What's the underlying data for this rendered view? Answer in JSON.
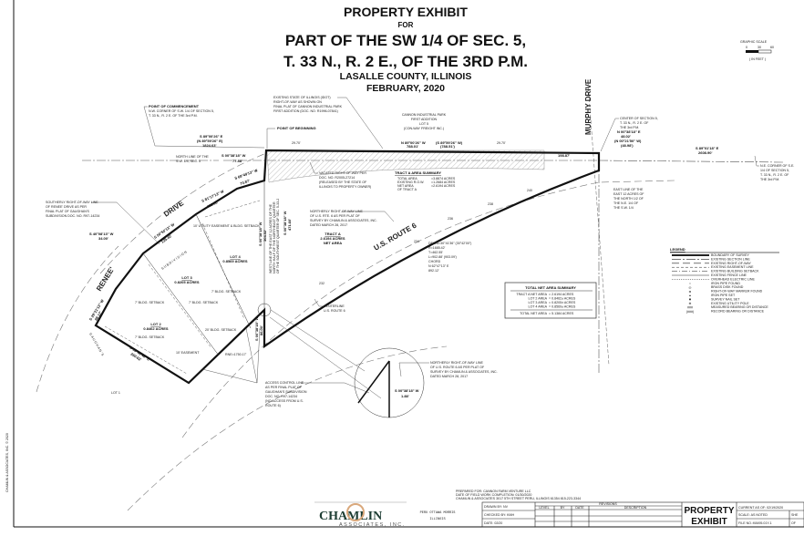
{
  "title": {
    "line1": "PROPERTY EXHIBIT",
    "for": "FOR",
    "line2": "PART OF THE SW 1/4 OF SEC. 5,",
    "line3": "T. 33 N., R. 2 E., OF THE 3RD P.M.",
    "county": "LASALLE COUNTY, ILLINOIS",
    "date": "FEBRUARY, 2020"
  },
  "scale": {
    "label": "GRAPHIC SCALE",
    "ticks": [
      "0",
      "30",
      "60"
    ],
    "unit": "( IN FEET )"
  },
  "copyright": "CHAMLIN & ASSOCIATES, INC. © 2020",
  "notes": {
    "commencement": [
      "POINT OF COMMENCEMENT",
      "N.W. CORNER OF S.W. 1/4 OF SECTION 5,",
      "T. 33 N., R. 2 E. OF THE 3rd P.M."
    ],
    "pob": "POINT OF BEGINNING",
    "idot": [
      "EXISTING STATE OF ILLINOIS (IDOT)",
      "RIGHT-OF-WAY AS SHOWN ON",
      "FINAL PLAT OF CANNON INDUSTRIAL PARK",
      "FIRST ADDITION (DOC. NO. R1996-07841)"
    ],
    "cannon": [
      "CANNON INDUSTRIAL PARK",
      "FIRST ADDITION",
      "LOT 5",
      "(CON-WAY FREIGHT INC.)"
    ],
    "north_line": [
      "NORTH LINE OF THE",
      "S.W. 1/4, SEC. 5"
    ],
    "center_sec": [
      "CENTER OF SECTION 5,",
      "T. 33 N., R. 2 E. OF",
      "THE 3rd P.M."
    ],
    "ne_corner": [
      "N.E. CORNER OF S.E.",
      "1/4 OF SECTION 5,",
      "T. 33 N., R. 2 E. OF",
      "THE 3rd P.M."
    ],
    "east_line": [
      "EAST LINE OF THE",
      "EAST 12 ACRES OF",
      "THE NORTH 1/2 OF",
      "THE N.E. 1/4 OF",
      "THE S.W. 1/4"
    ],
    "vacated": [
      "VACATED RIGHT-OF-WAY PER",
      "DOC. NO. R2005-27214",
      "(RELEASED BY THE STATE OF",
      "ILLINOIS TO PROPERTY OWNER)"
    ],
    "renee_row": [
      "SOUTHERLY RIGHT-OF-WAY LINE",
      "OF RENEE' DRIVE AS PER",
      "FINAL PLAT OF GAUGHAN'S",
      "SUBDIVISION DOC. NO. R97-14234"
    ],
    "northerly_row": [
      "NORTHERLY RIGHT-OF-WAY LINE",
      "OF U.S. RTE. 6 AS PER PLAT OF",
      "SURVEY BY CHAMLIN & ASSOCIATES, INC.",
      "DATED MARCH 28, 2017"
    ],
    "west_line": [
      "WEST LINE OF THE EAST 12 ACRES OF THE",
      "NORTH HALF OF THE NORTHEAST QUARTER",
      "OF THE SOUTHWEST QUARTER OF SEC. 5-33-2"
    ],
    "tract_a_net": [
      "TRACT A",
      "2.6194 ACRES",
      "NET AREA"
    ],
    "curve": [
      "DELTA=30°41'36\" (30°42'00\")",
      "R=1685.42'",
      "T=462.55'",
      "L=902.88' (903.09')",
      "CHORD",
      "N 62°47'13\" E",
      "892.12'"
    ],
    "centerline": [
      "CENTERLINE",
      "U.S. ROUTE 6"
    ],
    "access": [
      "ACCESS CONTROL LINE",
      "AS PER FINAL PLAT OF",
      "GAUGHAN'S SUBDIVISION",
      "DOC. NO. R97-14234",
      "(NO ACCESS FROM U.S.",
      "ROUTE 6)"
    ],
    "northerly_row2": [
      "NORTHERLY RIGHT-OF-WAY LINE",
      "OF U.S. ROUTE 6 AS PER PLAT OF",
      "SURVEY BY CHAMLIN & ASSOCIATES, INC.",
      "DATED MARCH 28, 2017"
    ],
    "lot1": "LOT 1",
    "lots": [
      {
        "name": "LOT 2",
        "area": "0.8462 ACRES"
      },
      {
        "name": "LOT 3",
        "area": "0.8205 ACRES"
      },
      {
        "name": "LOT 4",
        "area": "0.8569 ACRES"
      }
    ],
    "setbacks": {
      "bldg7": "7' BLDG. SETBACK",
      "bldg20": "20' BLDG. SETBACK",
      "easement10": "10' EASEMENT",
      "utility": "10' UTILITY EASEMENT & BLDG. SETBACK"
    },
    "rne": "RNE=1750.17'"
  },
  "roads": {
    "murphy": "MURPHY DRIVE",
    "renee": "RENEE'",
    "drive": "DRIVE",
    "route6": "U.S. ROUTE 6",
    "subdivision": "S U B D I V I S I O N",
    "gaughan": "G A U G H A N ' S"
  },
  "bearings": {
    "b1": [
      "S 89°00'26\" E",
      "(N 89°59'26\" E)",
      "1824.63'"
    ],
    "b2": [
      "S 00°38'18\" W",
      "77.38'"
    ],
    "b3": [
      "N 89°00'26\" W",
      "788.01'"
    ],
    "b4": [
      "(S 89°59'26\" W)",
      "(788.51')"
    ],
    "off1": "29.70'",
    "off2": "29.70'",
    "b5": "198.87'",
    "b6": [
      "N 00°38'18\" E",
      "48.02'",
      "(N 00°21'50\" W)",
      "(48.98')"
    ],
    "b7": [
      "S 89°01'18\" E",
      "2608.90'"
    ],
    "b8": [
      "S 68°49'13\" W",
      "70.87'"
    ],
    "b9": [
      "S 81°17'13\" W",
      "115.00'"
    ],
    "b10": [
      "S 50°50'13\" W",
      "125.40'"
    ],
    "b11": [
      "S 40°08'13\" W",
      "34.00'"
    ],
    "b12": [
      "S 29°21'13\" W",
      "88.17'"
    ],
    "b13": [
      "S 53°41'48\" E",
      "260.02'"
    ],
    "b14": [
      "S 00°38'18\" W",
      "304.52'"
    ],
    "b15": [
      "S 00°38'18\" W",
      "471.60'"
    ],
    "b16": [
      "S 00°38'18\" W",
      "1.88'"
    ],
    "b17": [
      "S 00°38'18\" W",
      "86.00'"
    ],
    "stations": [
      "232",
      "234",
      "236",
      "238",
      "240"
    ]
  },
  "tract_a_summary": {
    "title": "TRACT A AREA SUMMARY",
    "rows": [
      {
        "label": "TOTAL AREA",
        "value": "=3.8874 ACRES"
      },
      {
        "label": "EXISTING R.O.W.",
        "value": "=1.2684 ACRES"
      },
      {
        "label": "NET AREA",
        "value": "=2.6194 ACRES"
      },
      {
        "label": "OF TRACT A",
        "value": ""
      }
    ]
  },
  "total_summary": {
    "title": "TOTAL NET AREA SUMMARY",
    "rows": [
      {
        "label": "TRACT A NET AREA",
        "value": "= 2.6194 ACRES"
      },
      {
        "label": "LOT 2 AREA",
        "value": "= 0.8462± ACRES"
      },
      {
        "label": "LOT 3 AREA",
        "value": "= 0.8205± ACRES"
      },
      {
        "label": "LOT 4 AREA",
        "value": "= 0.8569± ACRES"
      }
    ],
    "total": {
      "label": "TOTAL NET AREA",
      "value": "= 5.1384 ACRES"
    }
  },
  "legend": {
    "title": "LEGEND",
    "items": [
      "BOUNDARY OF SURVEY",
      "EXISTING SECTION LINE",
      "EXISTING RIGHT-OF-WAY",
      "EXISTING EASEMENT LINE",
      "EXISTING BUILDING SETBACK",
      "EXISTING FENCE LINE",
      "OVERHEAD ELECTRIC LINE",
      "IRON PIPE FOUND",
      "BRASS DISK FOUND",
      "RIGHT-OF-WAY MARKER FOUND",
      "IRON PIPE SET",
      "SURVEY NAIL SET",
      "EXISTING UTILITY POLE",
      "MEASURED BEARING OR DISTANCE",
      "RECORD BEARING OR DISTANCE"
    ],
    "symbols": [
      "###",
      "(###)"
    ]
  },
  "title_block": {
    "prepared": [
      "PREPARED FOR: CANNON FARM VENTURE LLC",
      "DATE OF FIELD WORK COMPLETION: 01/30/2020",
      "CHAMLIN & ASSOCIATES 3017 5TH STREET PERU, ILLINOIS 61354  815-223-3344"
    ],
    "logo": "CHAMLIN",
    "logo_sub": "ASSOCIATES, INC.",
    "offices": [
      "PERU OTTAWA MORRIS",
      "ILLINOIS"
    ],
    "drawn": "DRAWN BY: NV",
    "checked": "CHECKED BY: KMH",
    "date": "DATE: 02/20",
    "revisions": "REVISIONS",
    "rev_cols": [
      "LEVEL",
      "BY",
      "DATE",
      "DESCRIPTION"
    ],
    "sheet_title": [
      "PROPERTY",
      "EXHIBIT"
    ],
    "current": "CURRENT AS OF: 02/19/2020",
    "scale": "SCALE: AS NOTED",
    "file": "FILE NO.:K8495.01Y-1",
    "sheet": "SHE",
    "of": "OF"
  }
}
